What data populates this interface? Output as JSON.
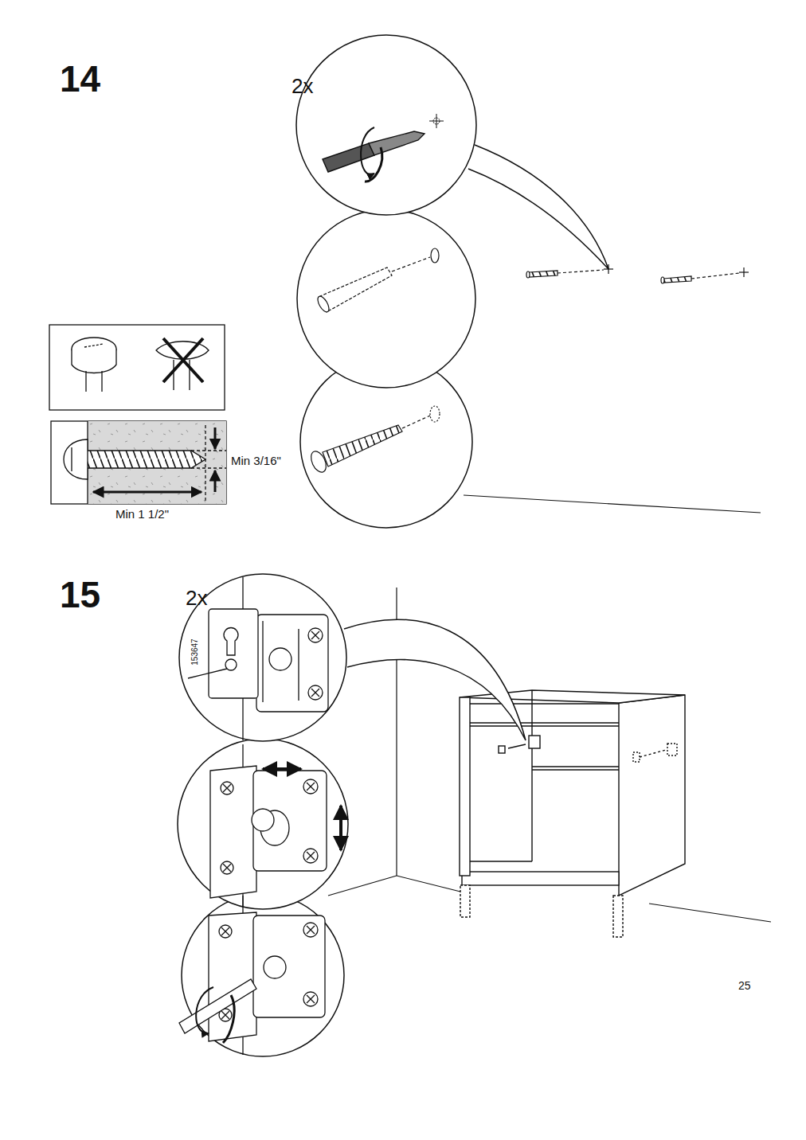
{
  "diagram": {
    "labels": [
      "14",
      "2x",
      "Min 3/16\"",
      "Min 1 1/2\"",
      "15",
      "2x",
      "153647",
      "25"
    ]
  }
}
